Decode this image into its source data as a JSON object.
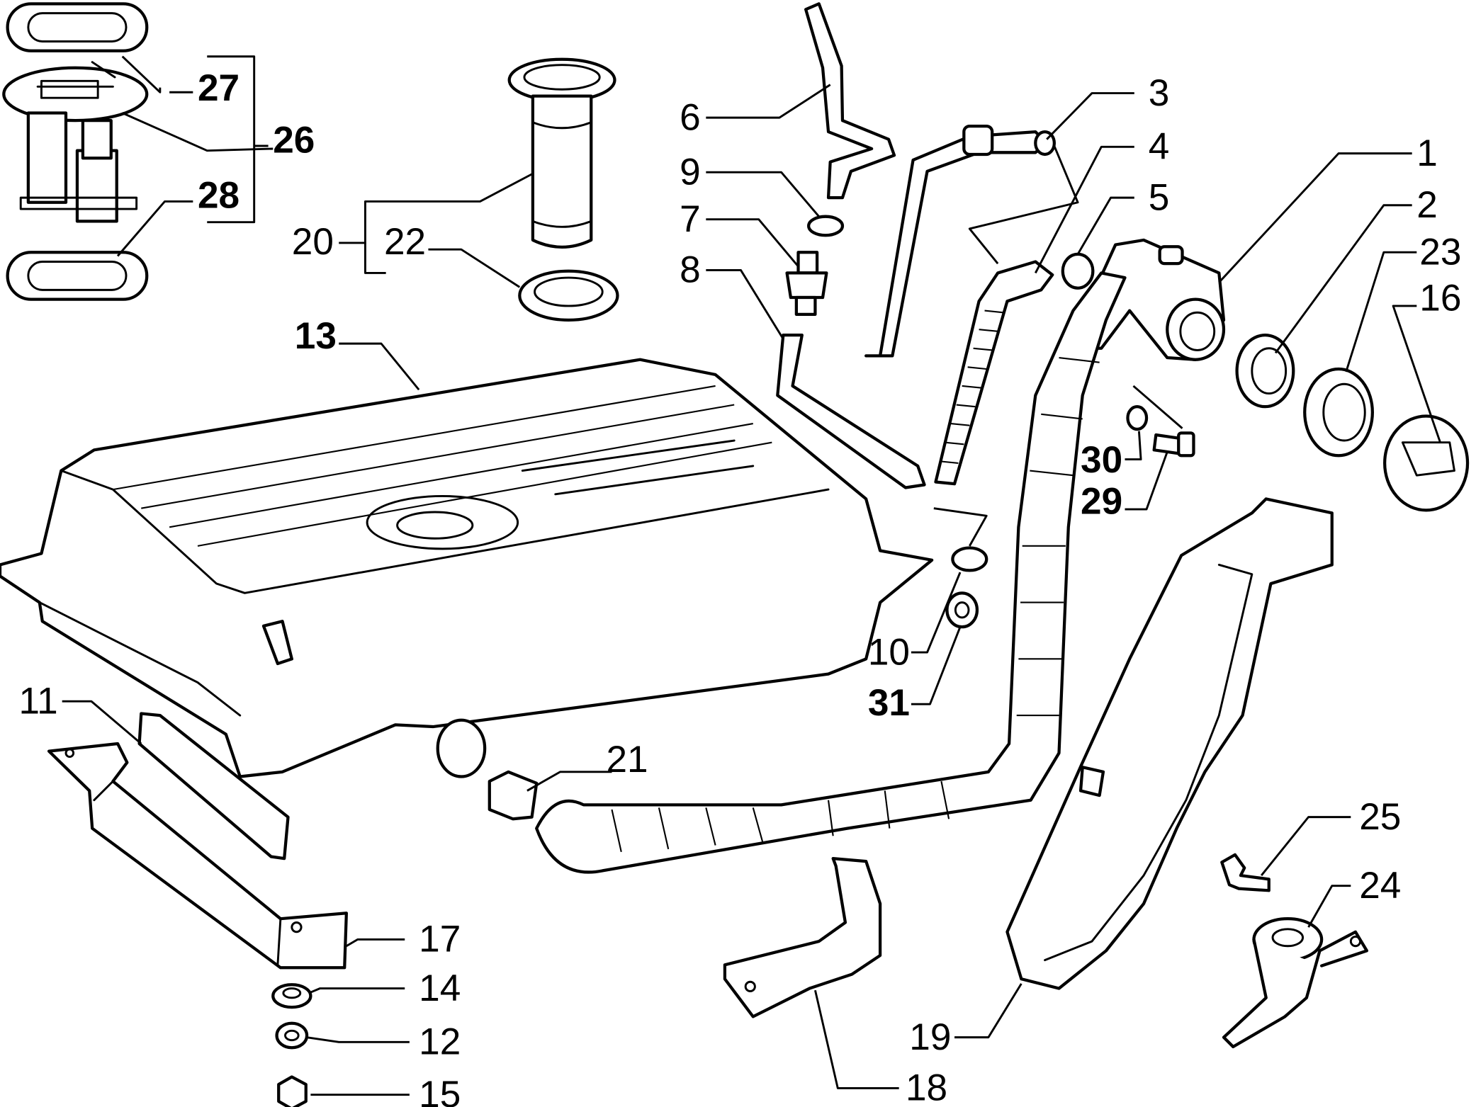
{
  "callouts": [
    {
      "id": "1",
      "text": "1",
      "bold": false
    },
    {
      "id": "2",
      "text": "2",
      "bold": false
    },
    {
      "id": "3",
      "text": "3",
      "bold": false
    },
    {
      "id": "4",
      "text": "4",
      "bold": false
    },
    {
      "id": "5",
      "text": "5",
      "bold": false
    },
    {
      "id": "6",
      "text": "6",
      "bold": false
    },
    {
      "id": "7",
      "text": "7",
      "bold": false
    },
    {
      "id": "8",
      "text": "8",
      "bold": false
    },
    {
      "id": "9",
      "text": "9",
      "bold": false
    },
    {
      "id": "10",
      "text": "10",
      "bold": false
    },
    {
      "id": "11",
      "text": "11",
      "bold": false
    },
    {
      "id": "12",
      "text": "12",
      "bold": false
    },
    {
      "id": "13",
      "text": "13",
      "bold": true
    },
    {
      "id": "14",
      "text": "14",
      "bold": false
    },
    {
      "id": "15",
      "text": "15",
      "bold": false
    },
    {
      "id": "16",
      "text": "16",
      "bold": false
    },
    {
      "id": "17",
      "text": "17",
      "bold": false
    },
    {
      "id": "18",
      "text": "18",
      "bold": false
    },
    {
      "id": "19",
      "text": "19",
      "bold": false
    },
    {
      "id": "20",
      "text": "20",
      "bold": false
    },
    {
      "id": "21",
      "text": "21",
      "bold": false
    },
    {
      "id": "22",
      "text": "22",
      "bold": false
    },
    {
      "id": "23",
      "text": "23",
      "bold": false
    },
    {
      "id": "24",
      "text": "24",
      "bold": false
    },
    {
      "id": "25",
      "text": "25",
      "bold": false
    },
    {
      "id": "26",
      "text": "26",
      "bold": true
    },
    {
      "id": "27",
      "text": "27",
      "bold": true
    },
    {
      "id": "28",
      "text": "28",
      "bold": true
    },
    {
      "id": "29",
      "text": "29",
      "bold": true
    },
    {
      "id": "30",
      "text": "30",
      "bold": true
    },
    {
      "id": "31",
      "text": "31",
      "bold": true
    }
  ]
}
